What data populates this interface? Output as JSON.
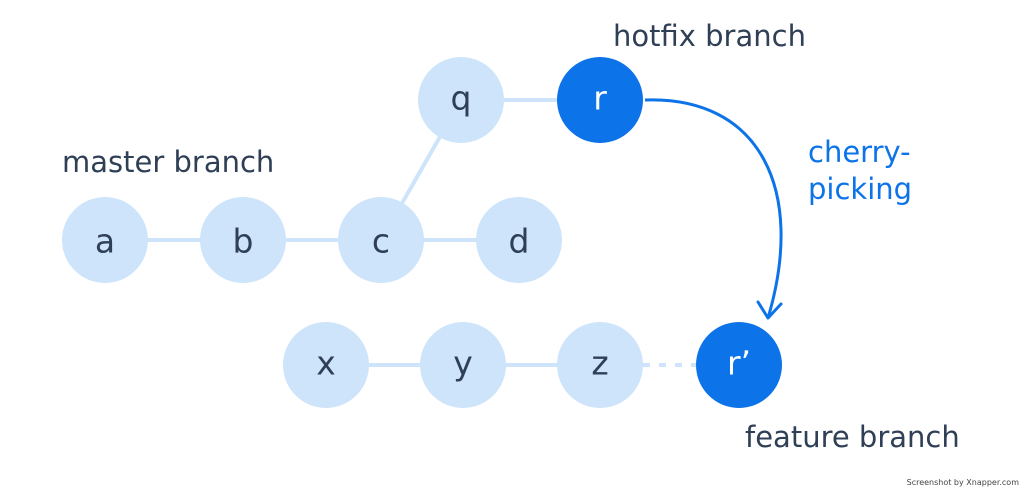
{
  "nodes": {
    "a": "a",
    "b": "b",
    "c": "c",
    "d": "d",
    "q": "q",
    "r": "r",
    "x": "x",
    "y": "y",
    "z": "z",
    "r_prime": "r’"
  },
  "labels": {
    "master": "master branch",
    "hotfix": "hotfix branch",
    "feature": "feature branch",
    "cherry_line1": "cherry-",
    "cherry_line2": "picking"
  },
  "colors": {
    "node_fill": "#cde4fb",
    "highlight_fill": "#0c73e8",
    "text_dark": "#2f3f56",
    "accent": "#0c73e8"
  },
  "footer": {
    "credit": "Screenshot by Xnapper.com"
  }
}
